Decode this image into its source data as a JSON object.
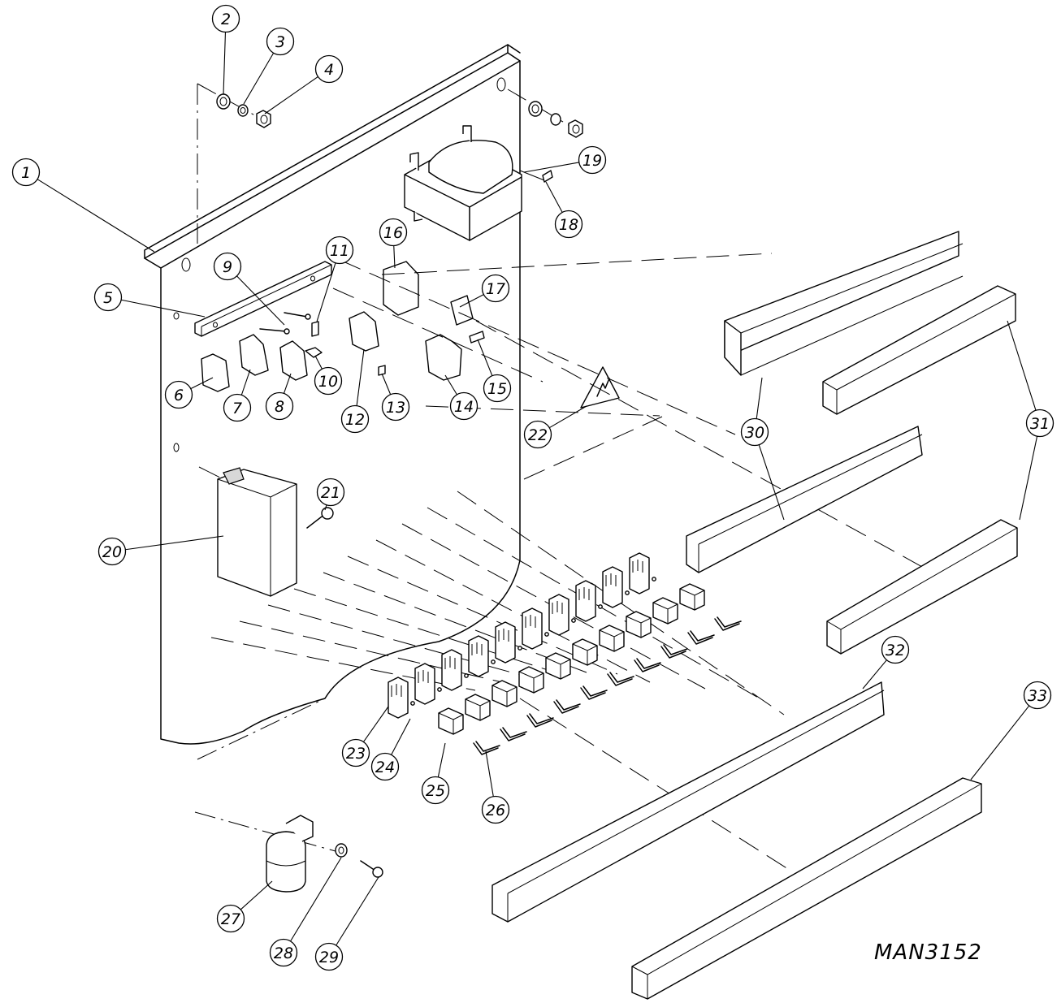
{
  "drawing": {
    "number": "MAN3152"
  },
  "callouts": [
    "1",
    "2",
    "3",
    "4",
    "5",
    "6",
    "7",
    "8",
    "9",
    "10",
    "11",
    "12",
    "13",
    "14",
    "15",
    "16",
    "17",
    "18",
    "19",
    "20",
    "21",
    "22",
    "23",
    "24",
    "25",
    "26",
    "27",
    "28",
    "29",
    "30",
    "30",
    "31",
    "32",
    "33"
  ]
}
